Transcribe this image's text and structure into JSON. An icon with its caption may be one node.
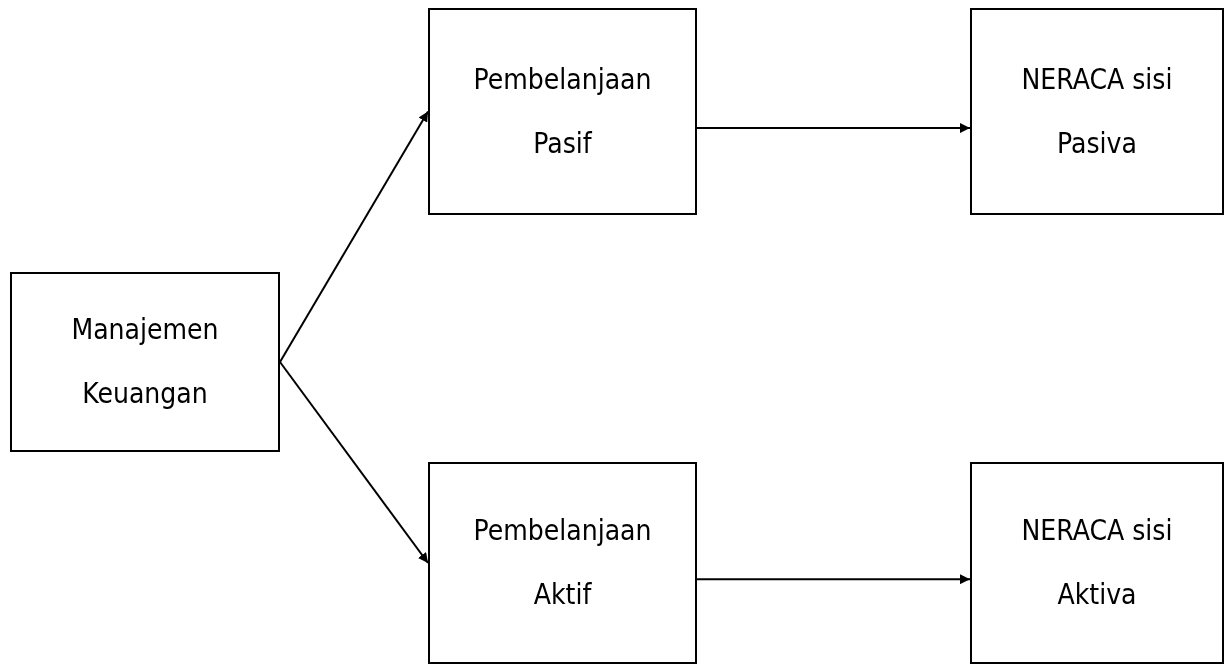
{
  "diagram": {
    "nodes": [
      {
        "text": [
          "Manajemen Keuangan"
        ]
      },
      {
        "text": [
          "Pembelanjaan Pasif"
        ]
      },
      {
        "text": [
          "NERACA sisi Pasiva"
        ]
      },
      {
        "text": [
          "Pembelanjaan Aktif"
        ]
      },
      {
        "text": [
          "NERACA sisi Aktiva"
        ]
      }
    ],
    "edges": [
      {
        "from": 0,
        "to": 1,
        "arrow": "to"
      },
      {
        "from": 0,
        "to": 3,
        "arrow": "to"
      },
      {
        "from": 1,
        "to": 2,
        "arrow": "to"
      },
      {
        "from": 3,
        "to": 4,
        "arrow": "to"
      }
    ]
  }
}
